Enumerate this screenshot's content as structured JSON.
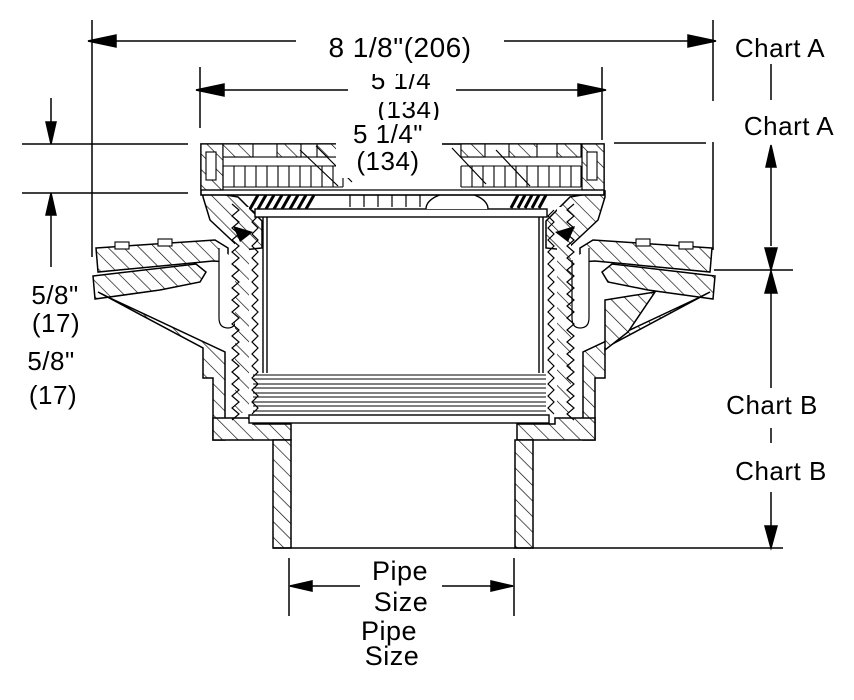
{
  "dimensions": {
    "overall_width": {
      "label": "8 1/8\"(206)"
    },
    "strainer_width": {
      "clipped_labels": [
        "5 1/4",
        "(134)"
      ],
      "labels": [
        "5 1/4\"",
        "(134)"
      ]
    },
    "strainer_height": {
      "labels": [
        "5/8\"",
        "(17)",
        "5/8\"",
        "(17)"
      ]
    },
    "top_section": {
      "labels": [
        "Chart A",
        "Chart A"
      ]
    },
    "body_depth": {
      "labels": [
        "Chart B",
        "Chart B"
      ]
    },
    "outlet": {
      "labels": [
        "Pipe",
        "Size",
        "Pipe",
        "Size"
      ]
    }
  },
  "colors": {
    "ink": "#000000",
    "paper": "#ffffff"
  }
}
